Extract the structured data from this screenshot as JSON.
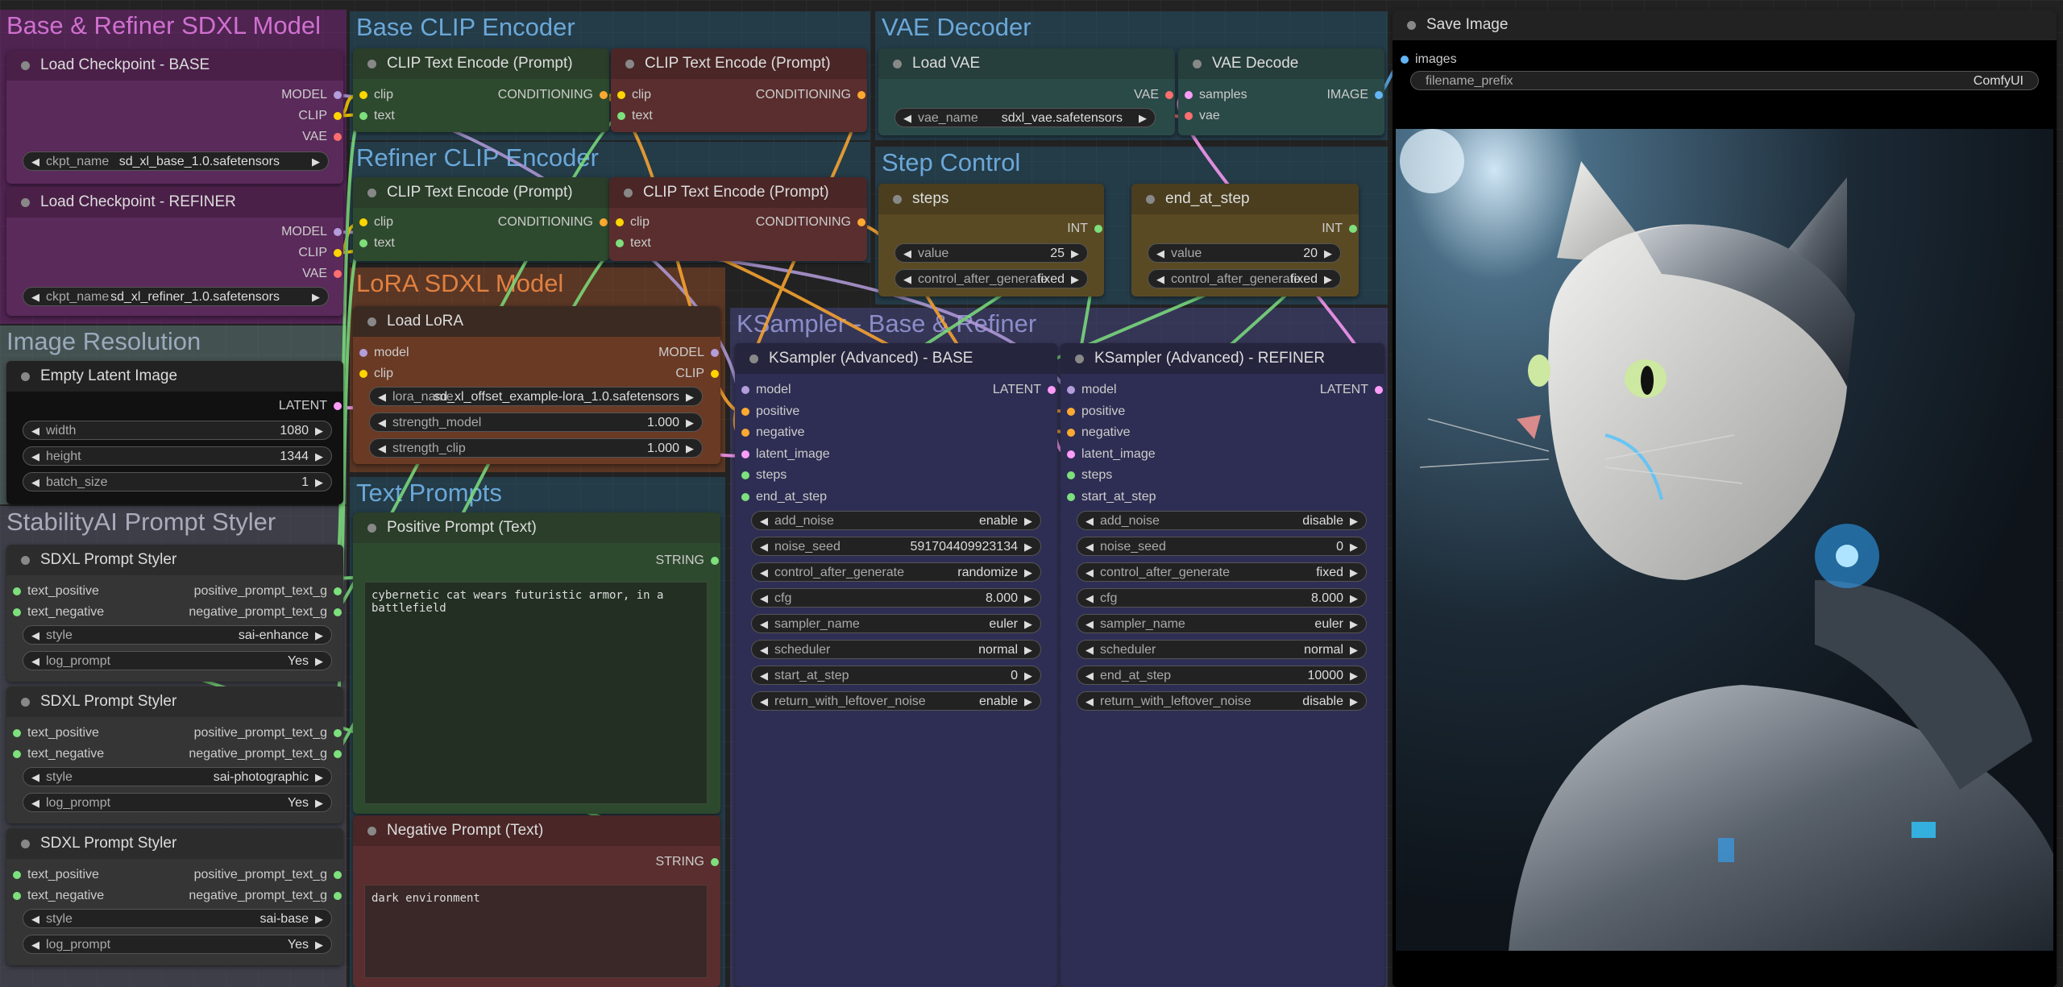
{
  "groups": {
    "base_refiner": "Base & Refiner SDXL Model",
    "base_clip": "Base CLIP Encoder",
    "vae_decoder": "VAE Decoder",
    "refiner_clip": "Refiner CLIP Encoder",
    "step_control": "Step Control",
    "lora": "LoRA SDXL Model",
    "ksampler": "KSampler - Base & Refiner",
    "image_resolution": "Image Resolution",
    "text_prompts": "Text Prompts",
    "prompt_styler": "StabilityAI Prompt Styler"
  },
  "ckpt_base": {
    "title": "Load Checkpoint - BASE",
    "out_model": "MODEL",
    "out_clip": "CLIP",
    "out_vae": "VAE",
    "w_label": "ckpt_name",
    "w_value": "sd_xl_base_1.0.safetensors"
  },
  "ckpt_refiner": {
    "title": "Load Checkpoint - REFINER",
    "out_model": "MODEL",
    "out_clip": "CLIP",
    "out_vae": "VAE",
    "w_label": "ckpt_name",
    "w_value": "sd_xl_refiner_1.0.safetensors"
  },
  "clip_enc": {
    "title": "CLIP Text Encode (Prompt)",
    "in_clip": "clip",
    "in_text": "text",
    "out": "CONDITIONING"
  },
  "load_vae": {
    "title": "Load VAE",
    "out": "VAE",
    "w_label": "vae_name",
    "w_value": "sdxl_vae.safetensors"
  },
  "vae_decode": {
    "title": "VAE Decode",
    "in_samples": "samples",
    "in_vae": "vae",
    "out": "IMAGE"
  },
  "steps": {
    "title": "steps",
    "out": "INT",
    "w1_label": "value",
    "w1_value": "25",
    "w2_label": "control_after_generate",
    "w2_value": "fixed"
  },
  "end_at_step": {
    "title": "end_at_step",
    "out": "INT",
    "w1_label": "value",
    "w1_value": "20",
    "w2_label": "control_after_generate",
    "w2_value": "fixed"
  },
  "load_lora": {
    "title": "Load LoRA",
    "in_model": "model",
    "in_clip": "clip",
    "out_model": "MODEL",
    "out_clip": "CLIP",
    "w1_label": "lora_name",
    "w1_value": "sd_xl_offset_example-lora_1.0.safetensors",
    "w2_label": "strength_model",
    "w2_value": "1.000",
    "w3_label": "strength_clip",
    "w3_value": "1.000"
  },
  "latent": {
    "title": "Empty Latent Image",
    "out": "LATENT",
    "w1_label": "width",
    "w1_value": "1080",
    "w2_label": "height",
    "w2_value": "1344",
    "w3_label": "batch_size",
    "w3_value": "1"
  },
  "ks_base": {
    "title": "KSampler (Advanced) - BASE",
    "inputs": [
      "model",
      "positive",
      "negative",
      "latent_image",
      "steps",
      "end_at_step"
    ],
    "out": "LATENT",
    "widgets": [
      [
        "add_noise",
        "enable"
      ],
      [
        "noise_seed",
        "591704409923134"
      ],
      [
        "control_after_generate",
        "randomize"
      ],
      [
        "cfg",
        "8.000"
      ],
      [
        "sampler_name",
        "euler"
      ],
      [
        "scheduler",
        "normal"
      ],
      [
        "start_at_step",
        "0"
      ],
      [
        "return_with_leftover_noise",
        "enable"
      ]
    ]
  },
  "ks_ref": {
    "title": "KSampler (Advanced) - REFINER",
    "inputs": [
      "model",
      "positive",
      "negative",
      "latent_image",
      "steps",
      "start_at_step"
    ],
    "out": "LATENT",
    "widgets": [
      [
        "add_noise",
        "disable"
      ],
      [
        "noise_seed",
        "0"
      ],
      [
        "control_after_generate",
        "fixed"
      ],
      [
        "cfg",
        "8.000"
      ],
      [
        "sampler_name",
        "euler"
      ],
      [
        "scheduler",
        "normal"
      ],
      [
        "end_at_step",
        "10000"
      ],
      [
        "return_with_leftover_noise",
        "disable"
      ]
    ]
  },
  "save": {
    "title": "Save Image",
    "in_images": "images",
    "w_label": "filename_prefix",
    "w_value": "ComfyUI"
  },
  "pos_prompt": {
    "title": "Positive Prompt (Text)",
    "out": "STRING",
    "text": "cybernetic cat wears futuristic armor, in a battlefield"
  },
  "neg_prompt": {
    "title": "Negative Prompt (Text)",
    "out": "STRING",
    "text": "dark environment"
  },
  "styler": {
    "title": "SDXL Prompt Styler",
    "in_pos": "text_positive",
    "in_neg": "text_negative",
    "out_pos": "positive_prompt_text_g",
    "out_neg": "negative_prompt_text_g",
    "style_label": "style",
    "log_label": "log_prompt",
    "log_value": "Yes",
    "styles": [
      "sai-enhance",
      "sai-photographic",
      "sai-base"
    ]
  },
  "colors": {
    "model": "#b39ddb",
    "clip": "#ffd500",
    "vae": "#ff6e6e",
    "conditioning": "#ffa931",
    "latent": "#ff9cf9",
    "image": "#64b5f6",
    "int": "#7de07d",
    "string": "#7de07d"
  }
}
